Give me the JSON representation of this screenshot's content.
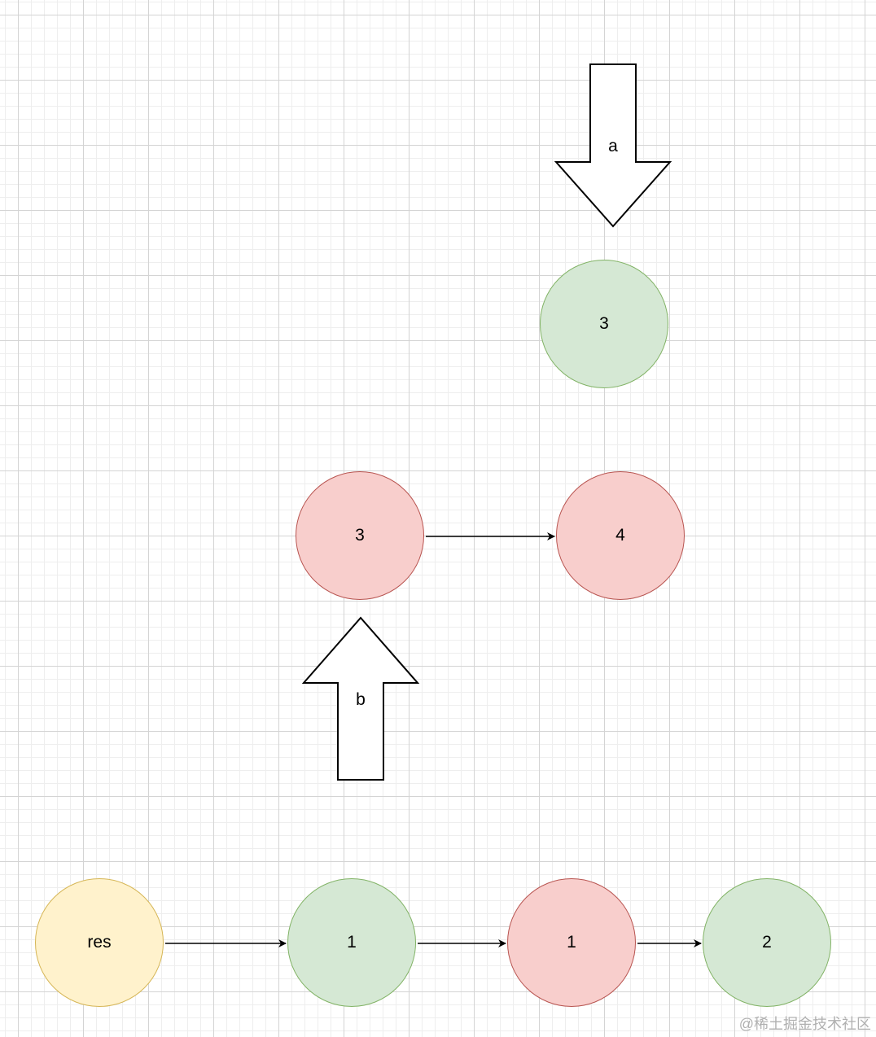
{
  "pointers": {
    "a": "a",
    "b": "b"
  },
  "nodes": {
    "top_green": "3",
    "mid_red_left": "3",
    "mid_red_right": "4",
    "res": "res",
    "bottom_green_1": "1",
    "bottom_red_1": "1",
    "bottom_green_2": "2"
  },
  "colors": {
    "green_fill": "#d5e8d4",
    "green_stroke": "#82b366",
    "red_fill": "#f8cecc",
    "red_stroke": "#b85450",
    "yellow_fill": "#fff2cc",
    "yellow_stroke": "#d6b656"
  },
  "watermark": "@稀土掘金技术社区"
}
